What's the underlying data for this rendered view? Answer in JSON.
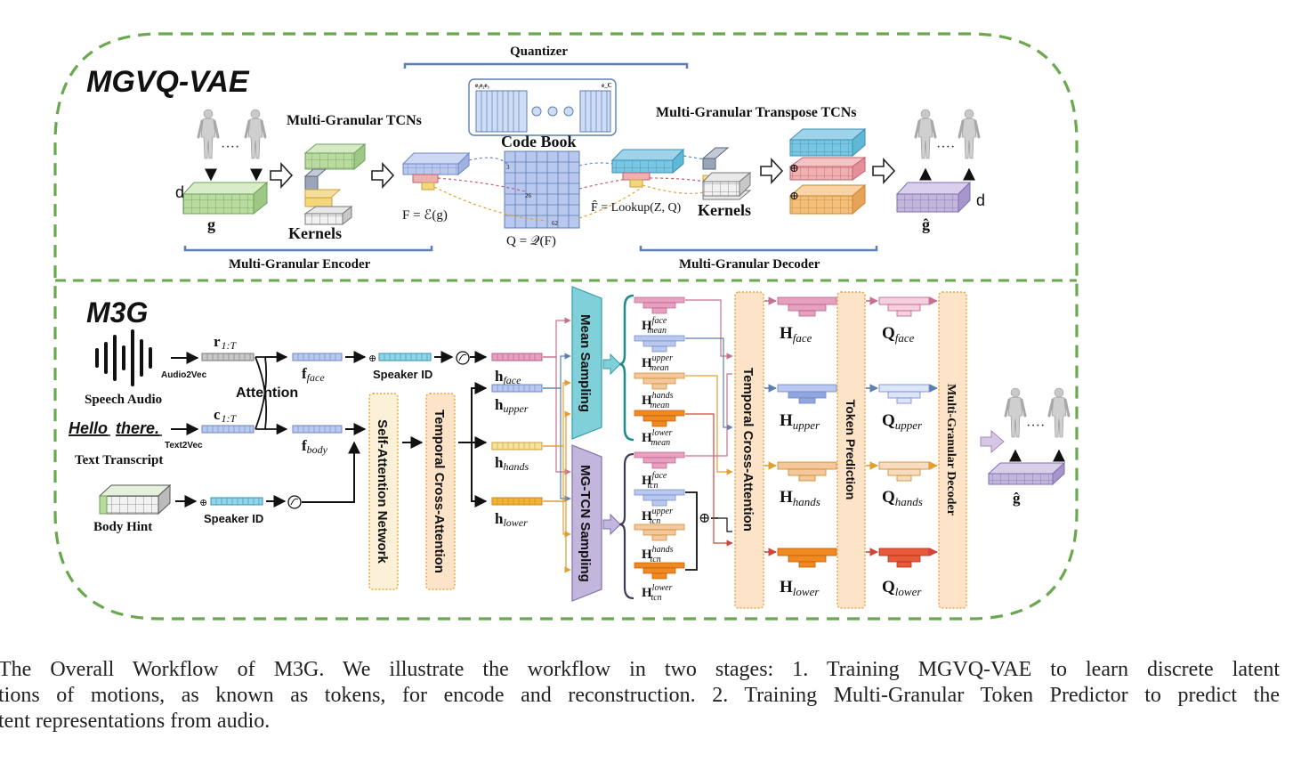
{
  "stage1": {
    "title": "MGVQ-VAE",
    "quantizer": "Quantizer",
    "code_book": "Code Book",
    "code_labels": {
      "left": "e₁e₂e₃",
      "right": "e_C"
    },
    "mg_tcns": "Multi-Granular TCNs",
    "mg_transpose_tcns": "Multi-Granular Transpose TCNs",
    "kernels": "Kernels",
    "encoder": "Multi-Granular Encoder",
    "decoder": "Multi-Granular Decoder",
    "g": "g",
    "g_hat": "ĝ",
    "d": "d",
    "ellipsis": "····",
    "F_eq": "F = ℰ(g)",
    "Q_eq": "Q = 𝒬(F)",
    "Fhat_eq": "F̂ = Lookup(Z, Q)",
    "grid_numbers": [
      "3",
      "26",
      "62"
    ],
    "oplus": "⊕"
  },
  "stage2": {
    "title": "M3G",
    "speech_audio": "Speech Audio",
    "audio2vec": "Audio2Vec",
    "hello": "Hello",
    "there": "there.",
    "text2vec": "Text2Vec",
    "text_transcript": "Text Transcript",
    "body_hint": "Body Hint",
    "speaker_id": "Speaker ID",
    "attention": "Attention",
    "r": "r",
    "r_sub": "1:T",
    "c": "c",
    "c_sub": "1:T",
    "f": "f",
    "face": "face",
    "body": "body",
    "h": "h",
    "upper": "upper",
    "hands": "hands",
    "lower": "lower",
    "mean": "mean",
    "tcn": "tcn",
    "H": "H",
    "Q": "Q",
    "self_attention": "Self-Attention Network",
    "temporal_cross_attention": "Temporal Cross-Attention",
    "mean_sampling": "Mean Sampling",
    "mgtcn_sampling": "MG-TCN Sampling",
    "token_prediction": "Token Prediction",
    "mg_decoder": "Multi-Granular Decoder",
    "g_hat": "ĝ",
    "oplus": "⊕",
    "circle_symbol": "⊘",
    "ellipsis": "····"
  },
  "caption": {
    "line1": "The Overall Workflow of M3G. We illustrate the workflow in two stages: 1.  Training MGVQ-VAE to learn discrete latent",
    "line2": "tions of motions, as known as tokens, for encode and reconstruction. 2. Training Multi-Granular Token Predictor to predict the",
    "line3": "tent representations from audio."
  },
  "colors": {
    "dash_green": "#6aa84f",
    "green": "#a8d08d",
    "blue": "#9fb6e6",
    "teal": "#5fb8d6",
    "pink": "#d98fb0",
    "orange": "#f0a040",
    "peach": "#f4c89a",
    "gray": "#d0d0d0",
    "purple": "#b6a8d4",
    "yellow": "#f3d77a",
    "red": "#e0533a",
    "bracket": "#5b7fb0",
    "slot_fill": "#fde3c8",
    "slot_stroke": "#e9a646"
  }
}
